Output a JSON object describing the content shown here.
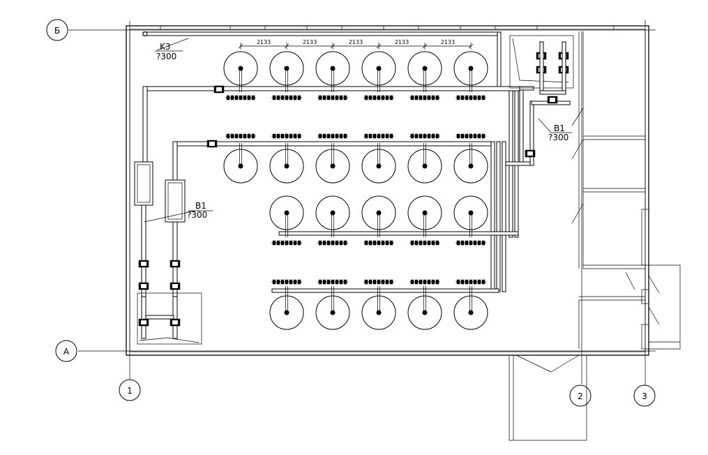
{
  "grid_axes": {
    "row_top": "Б",
    "row_bottom": "А",
    "col_1": "1",
    "col_2": "2",
    "col_3": "3"
  },
  "labels": {
    "pipe_k3_name": "K3",
    "pipe_k3_size": "?300",
    "pipe_b1_left_name": "B1",
    "pipe_b1_left_size": "?300",
    "pipe_b1_right_name": "B1",
    "pipe_b1_right_size": "?300"
  },
  "dimensions": [
    "2133",
    "2133",
    "2133",
    "2133",
    "2133"
  ]
}
